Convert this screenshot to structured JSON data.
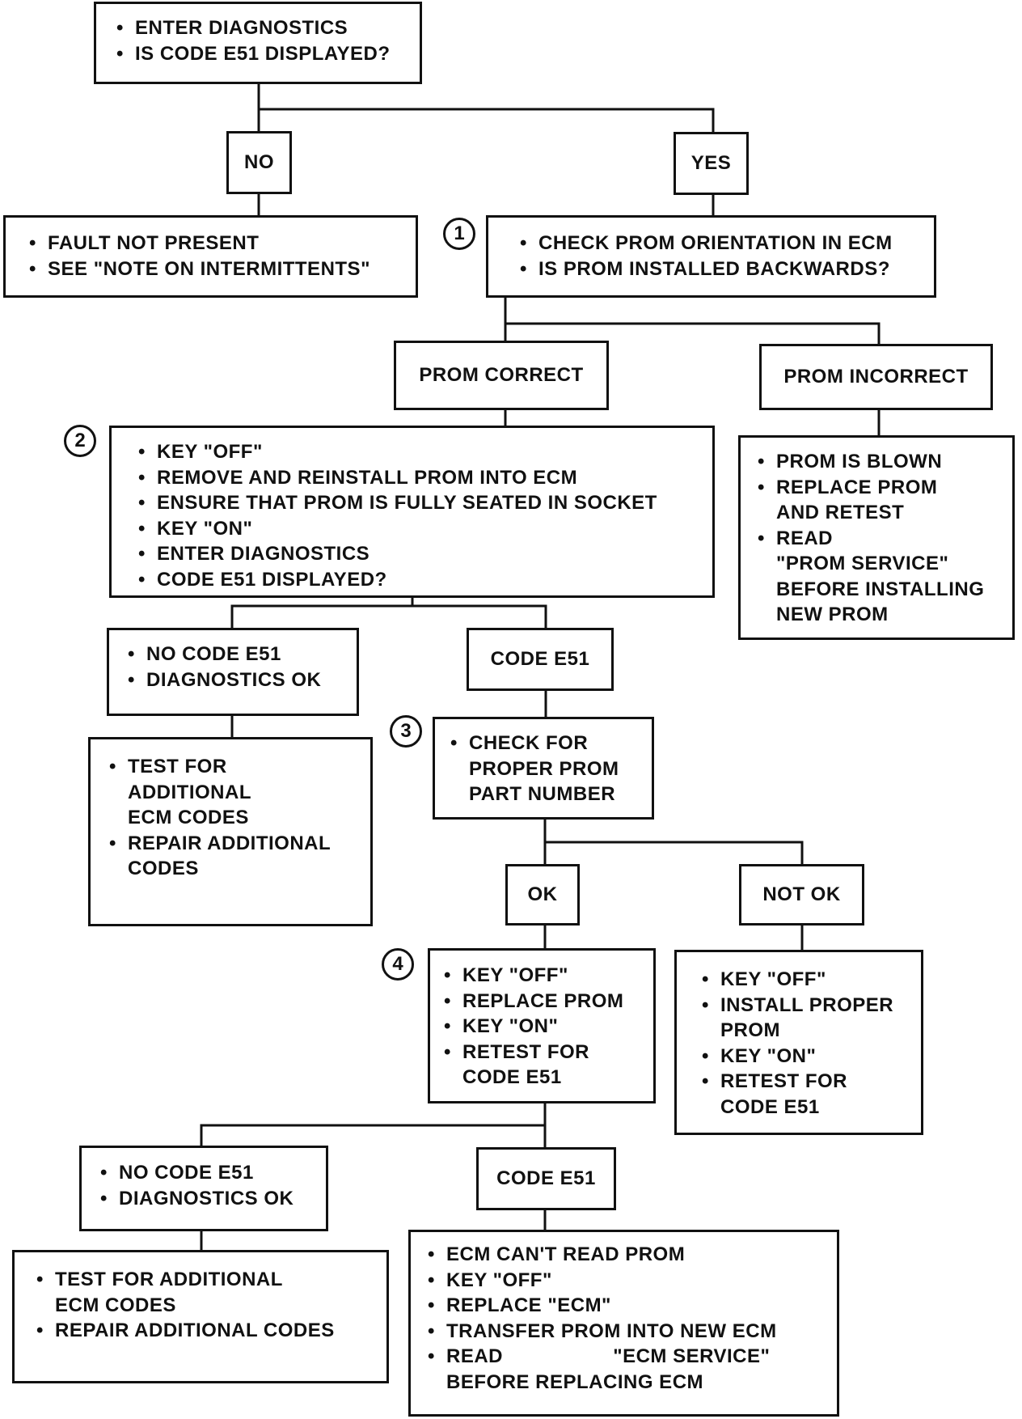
{
  "start": {
    "items": [
      "ENTER DIAGNOSTICS",
      "IS CODE E51 DISPLAYED?"
    ]
  },
  "labels": {
    "no": "NO",
    "yes": "YES",
    "prom_correct": "PROM CORRECT",
    "prom_incorrect": "PROM INCORRECT",
    "code_e51_a": "CODE E51",
    "ok": "OK",
    "not_ok": "NOT OK",
    "code_e51_b": "CODE E51"
  },
  "fault_not_present": {
    "items": [
      "FAULT NOT PRESENT",
      "SEE \"NOTE ON INTERMITTENTS\""
    ]
  },
  "step1": {
    "number": "1",
    "items": [
      "CHECK PROM ORIENTATION IN ECM",
      "IS PROM INSTALLED BACKWARDS?"
    ]
  },
  "step2": {
    "number": "2",
    "items": [
      "KEY \"OFF\"",
      "REMOVE AND REINSTALL PROM INTO ECM",
      "ENSURE THAT PROM IS FULLY SEATED IN SOCKET",
      "KEY \"ON\"",
      "ENTER DIAGNOSTICS",
      "CODE E51 DISPLAYED?"
    ]
  },
  "prom_blown": {
    "items": [
      "PROM IS BLOWN",
      "REPLACE PROM\nAND RETEST",
      "READ\n\"PROM SERVICE\"\nBEFORE INSTALLING\nNEW PROM"
    ]
  },
  "no_code_a": {
    "items": [
      "NO CODE E51",
      "DIAGNOSTICS OK"
    ]
  },
  "test_additional_a": {
    "items": [
      "TEST FOR\nADDITIONAL\nECM CODES",
      "REPAIR ADDITIONAL\nCODES"
    ]
  },
  "step3": {
    "number": "3",
    "items": [
      "CHECK FOR\nPROPER PROM\nPART NUMBER"
    ]
  },
  "step4": {
    "number": "4",
    "items": [
      "KEY \"OFF\"",
      "REPLACE PROM",
      "KEY \"ON\"",
      "RETEST FOR\nCODE E51"
    ]
  },
  "install_proper": {
    "items": [
      "KEY \"OFF\"",
      "INSTALL PROPER\nPROM",
      "KEY \"ON\"",
      "RETEST FOR\nCODE E51"
    ]
  },
  "no_code_b": {
    "items": [
      "NO CODE E51",
      "DIAGNOSTICS OK"
    ]
  },
  "test_additional_b": {
    "items": [
      "TEST FOR ADDITIONAL\nECM CODES",
      "REPAIR ADDITIONAL CODES"
    ]
  },
  "replace_ecm": {
    "items": [
      "ECM CAN'T READ PROM",
      "KEY \"OFF\"",
      "REPLACE \"ECM\"",
      "TRANSFER PROM INTO NEW ECM",
      "READ                   \"ECM SERVICE\"\nBEFORE REPLACING ECM"
    ]
  }
}
